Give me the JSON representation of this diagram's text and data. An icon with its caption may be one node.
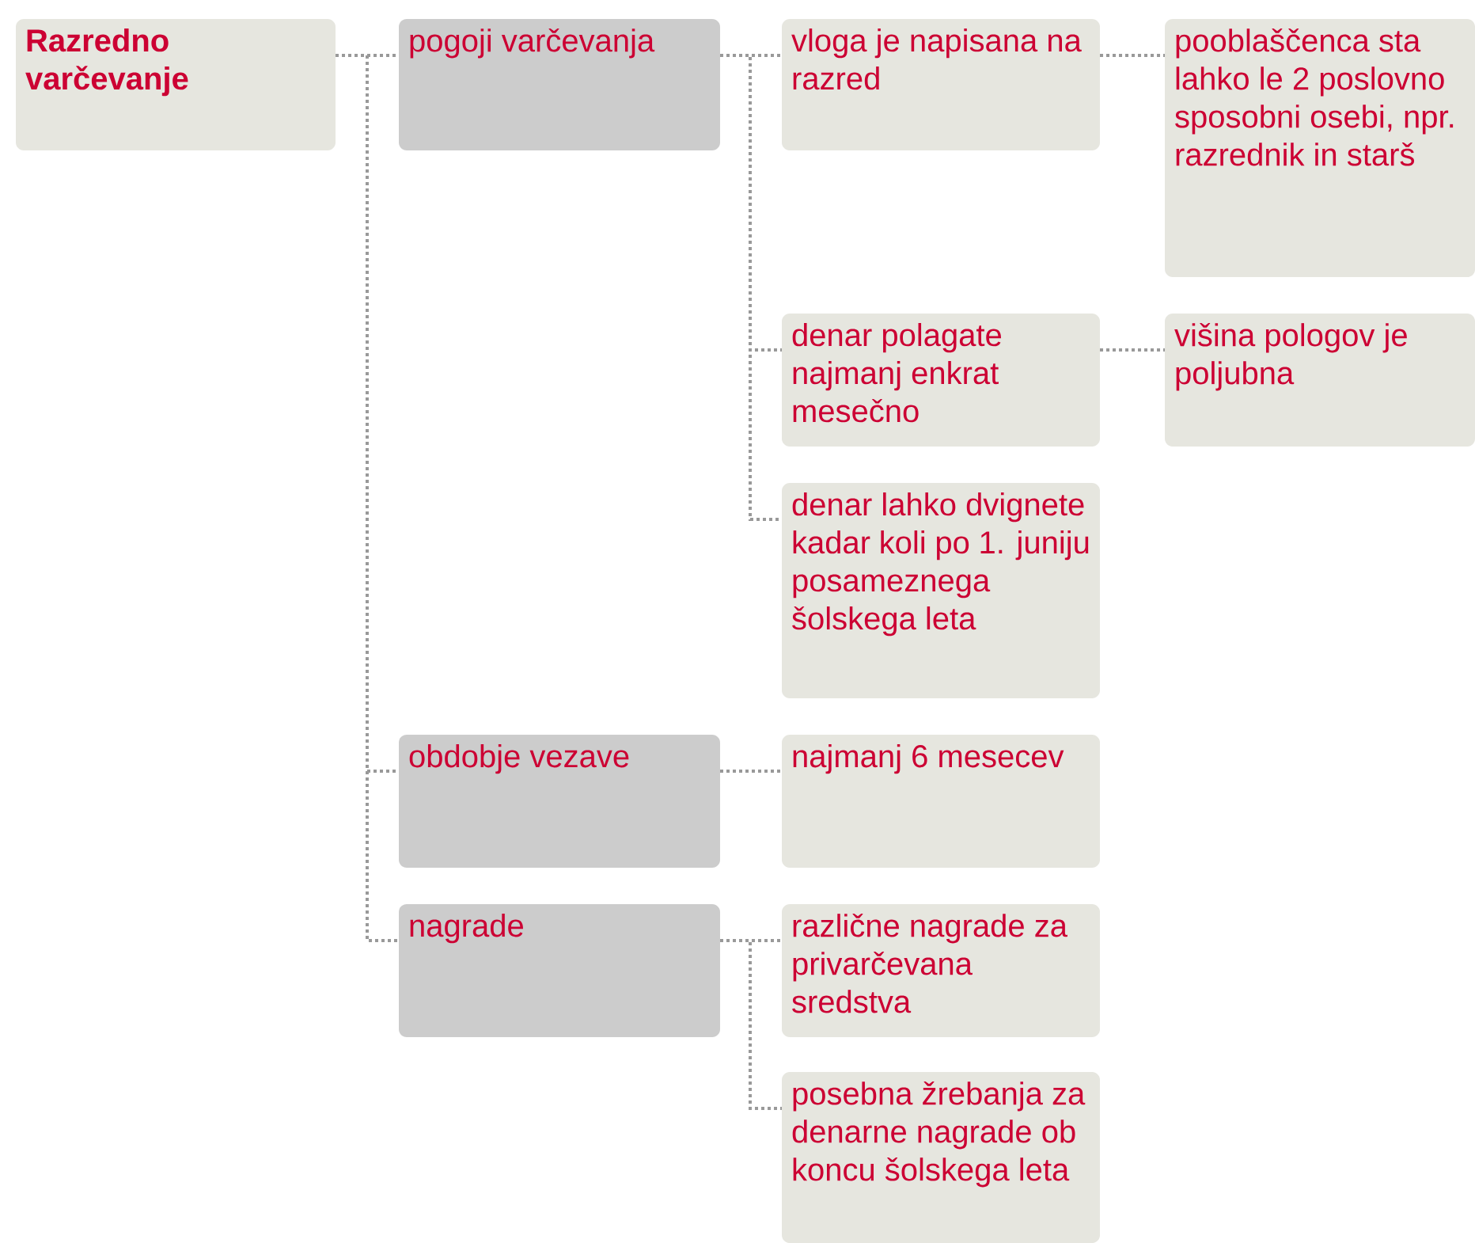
{
  "diagram": {
    "nodes": [
      {
        "text": [
          "Razredno varčevanje"
        ]
      },
      {
        "text": [
          "pogoji varčevanja"
        ]
      },
      {
        "text": [
          "vloga je napisana na razred"
        ]
      },
      {
        "text": [
          "pooblaščenca sta lahko le 2 poslovno sposobni osebi, npr. razrednik in starš"
        ]
      },
      {
        "text": [
          "denar polagate najmanj enkrat mesečno"
        ]
      },
      {
        "text": [
          "višina pologov je poljubna"
        ]
      },
      {
        "text": [
          "denar lahko dvignete kadar koli po 1. juniju posameznega šolskega leta"
        ]
      },
      {
        "text": [
          "obdobje vezave"
        ]
      },
      {
        "text": [
          "najmanj 6 mesecev"
        ]
      },
      {
        "text": [
          "nagrade"
        ]
      },
      {
        "text": [
          "različne nagrade za privarčevana sredstva"
        ]
      },
      {
        "text": [
          "posebna žrebanja za denarne nagrade ob koncu šolskega leta"
        ]
      }
    ],
    "edges": [
      {
        "from": 0,
        "to": 1,
        "arrow": "none"
      },
      {
        "from": 0,
        "to": 7,
        "arrow": "none"
      },
      {
        "from": 0,
        "to": 9,
        "arrow": "none"
      },
      {
        "from": 1,
        "to": 2,
        "arrow": "none"
      },
      {
        "from": 1,
        "to": 4,
        "arrow": "none"
      },
      {
        "from": 1,
        "to": 6,
        "arrow": "none"
      },
      {
        "from": 2,
        "to": 3,
        "arrow": "none"
      },
      {
        "from": 4,
        "to": 5,
        "arrow": "none"
      },
      {
        "from": 7,
        "to": 8,
        "arrow": "none"
      },
      {
        "from": 9,
        "to": 10,
        "arrow": "none"
      },
      {
        "from": 9,
        "to": 11,
        "arrow": "none"
      }
    ]
  }
}
